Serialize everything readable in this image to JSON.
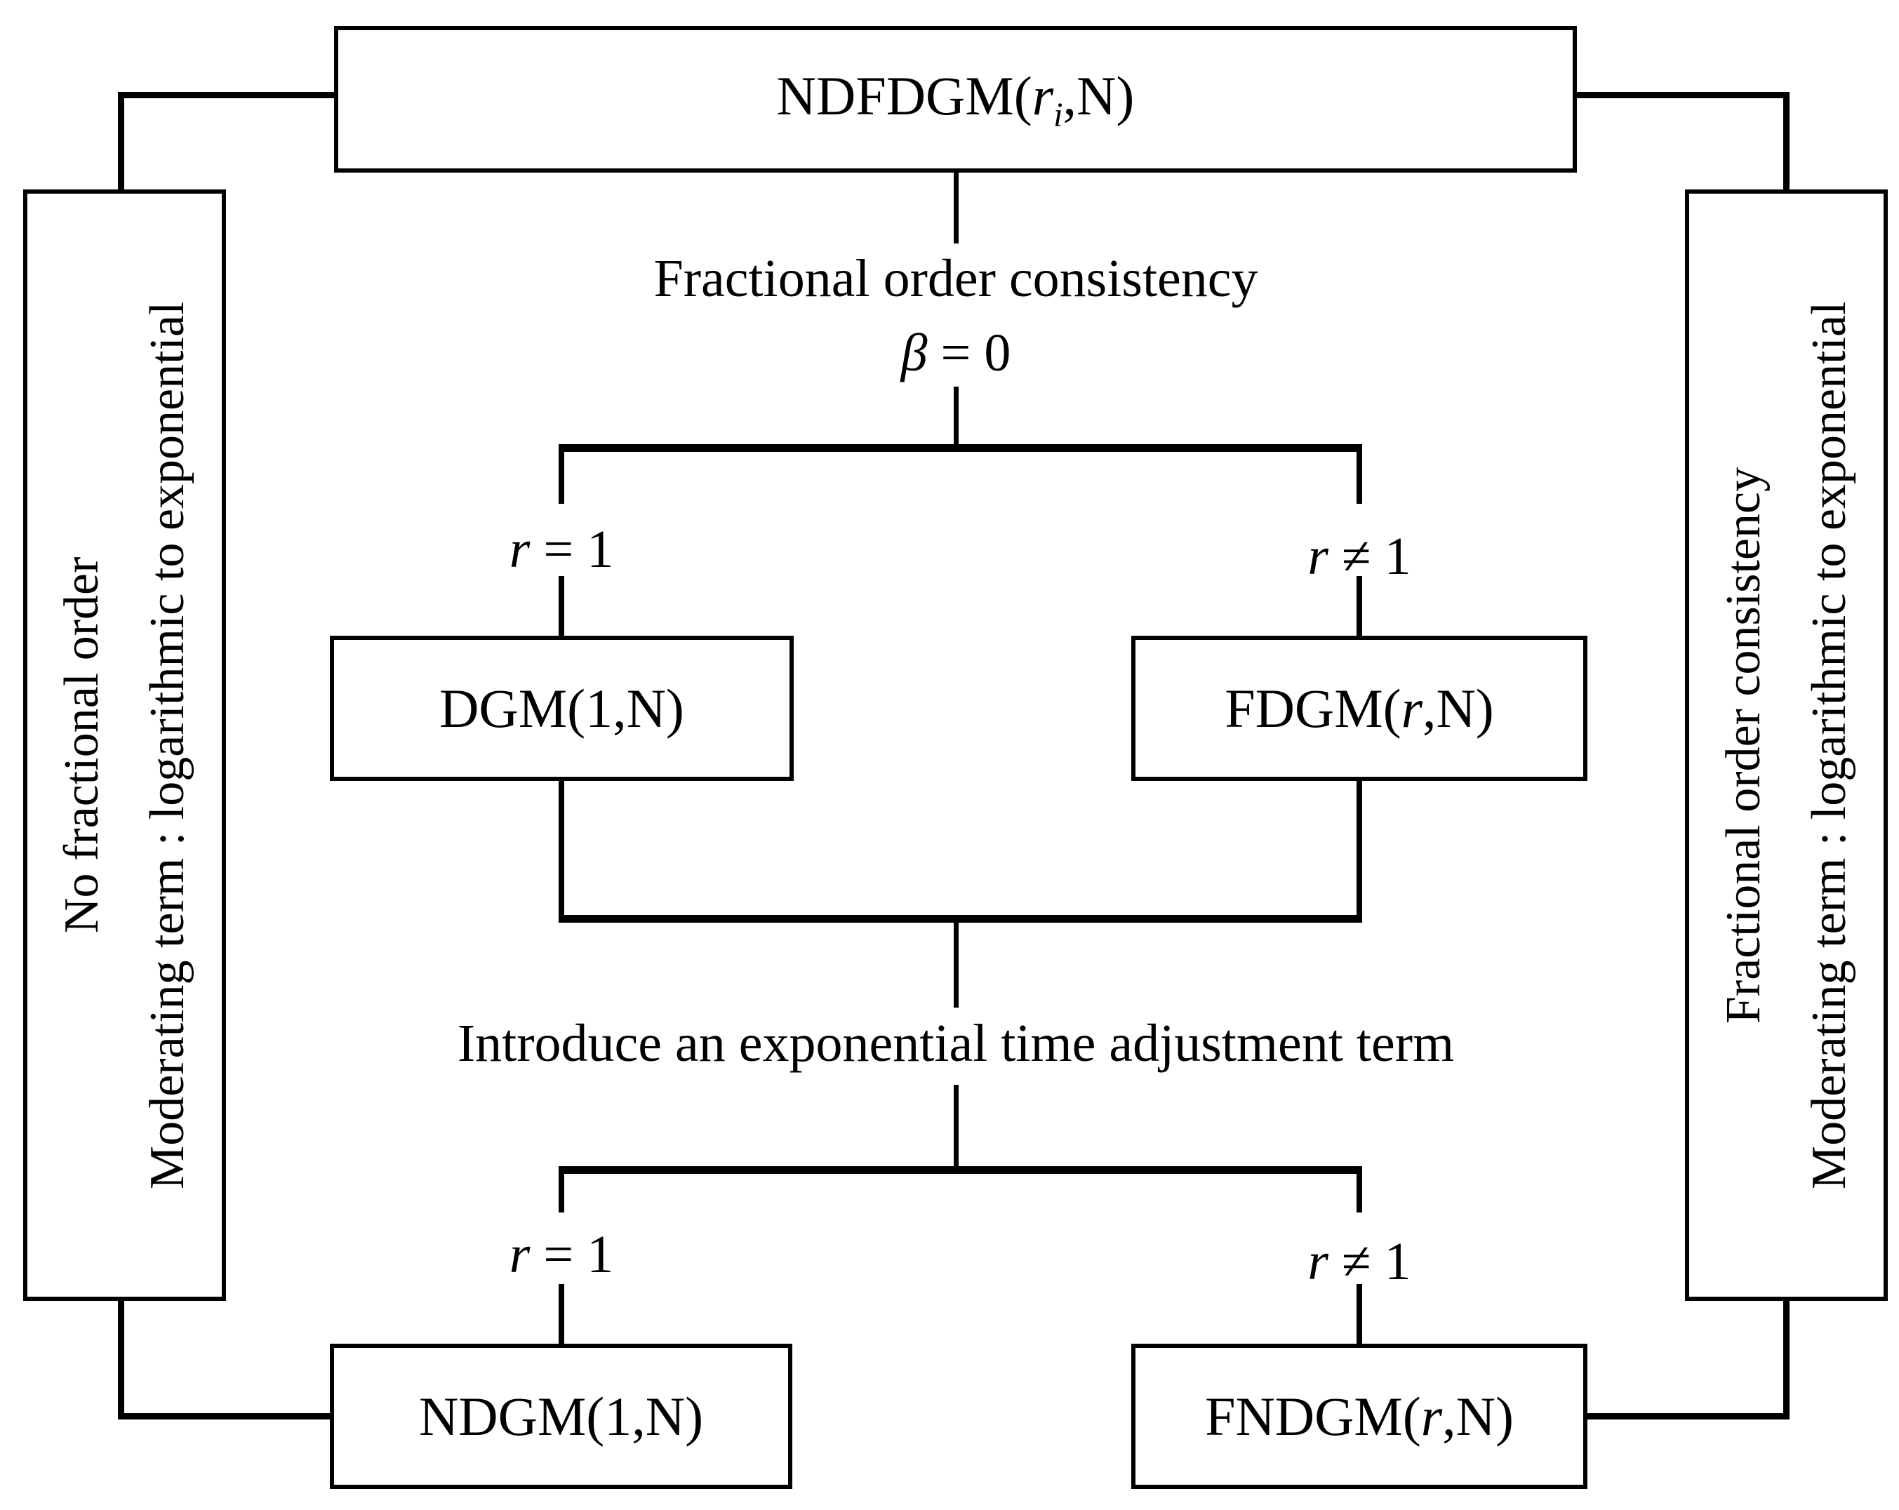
{
  "title_box": {
    "prefix": "NDFDGM(",
    "var": "r",
    "subscript": "i",
    "suffix": ",N)"
  },
  "step1": {
    "label": "Fractional order consistency",
    "condition_var": "β",
    "condition_rest": " = 0"
  },
  "branches": {
    "var": "r",
    "equal": " = 1",
    "not_equal": " ≠ 1"
  },
  "boxes": {
    "dgm": "DGM(1,N)",
    "fdgm_prefix": "FDGM(",
    "fdgm_var": "r",
    "fdgm_suffix": ",N)",
    "ndgm": "NDGM(1,N)",
    "fndgm_prefix": "FNDGM(",
    "fndgm_var": "r",
    "fndgm_suffix": ",N)"
  },
  "step2": {
    "label": "Introduce an exponential time adjustment term"
  },
  "left_sidebar": {
    "line1": "No fractional order",
    "line2": "Moderating term : logarithmic to exponential"
  },
  "right_sidebar": {
    "line1": "Fractional order consistency",
    "line2": "Moderating term : logarithmic to exponential"
  },
  "colors": {
    "line": "#000000",
    "background": "#ffffff"
  }
}
